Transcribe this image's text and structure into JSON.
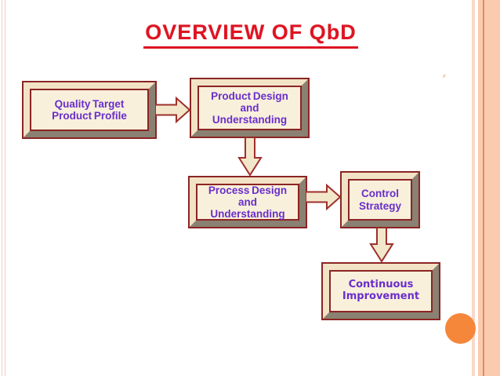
{
  "slide": {
    "title": "OVERVIEW OF QbD",
    "stray_mark": "ʼ"
  },
  "colors": {
    "title_red": "#de1422",
    "box_text_purple": "#6a2ecc",
    "box_fill_cream": "#f8f0db",
    "bevel_light": "#f2e3c6",
    "bevel_dark": "#8a8172",
    "box_border_maroon": "#8c2423",
    "arrow_fill": "#f3e7cb",
    "arrow_stroke": "#9e2f2b",
    "side_band_salmon": "#fbcbb0",
    "side_band_line": "#de8f62",
    "accent_circle_orange": "#f5873b"
  },
  "flowchart": {
    "boxes": [
      {
        "name": "quality-target-product-profile",
        "lines": [
          "Quality Target",
          "Product Profile"
        ]
      },
      {
        "name": "product-design-and-understanding",
        "lines": [
          "Product Design",
          "and",
          "Understanding"
        ]
      },
      {
        "name": "process-design-and-understanding",
        "lines": [
          "Process Design",
          "and",
          "Understanding"
        ]
      },
      {
        "name": "control-strategy",
        "lines": [
          "Control",
          "Strategy"
        ]
      },
      {
        "name": "continuous-improvement",
        "lines": [
          "Continuous",
          "Improvement"
        ]
      }
    ],
    "connectors": [
      {
        "from": "quality-target-product-profile",
        "to": "product-design-and-understanding",
        "direction": "right"
      },
      {
        "from": "product-design-and-understanding",
        "to": "process-design-and-understanding",
        "direction": "down"
      },
      {
        "from": "process-design-and-understanding",
        "to": "control-strategy",
        "direction": "right"
      },
      {
        "from": "control-strategy",
        "to": "continuous-improvement",
        "direction": "down"
      }
    ]
  }
}
